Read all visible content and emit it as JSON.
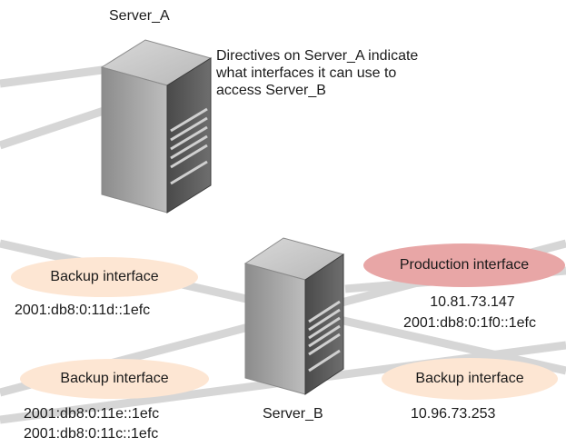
{
  "server_a": {
    "name": "Server_A"
  },
  "server_b": {
    "name": "Server_B"
  },
  "note": {
    "lines": [
      "Directives on Server_A indicate",
      "what interfaces it can use to",
      "access Server_B"
    ]
  },
  "interfaces": {
    "backup_left_top": {
      "label": "Backup interface",
      "addresses": [
        "2001:db8:0:11d::1efc"
      ]
    },
    "backup_left_bottom": {
      "label": "Backup interface",
      "addresses": [
        "2001:db8:0:11e::1efc",
        "2001:db8:0:11c::1efc"
      ]
    },
    "production": {
      "label": "Production interface",
      "addresses": [
        "10.81.73.147",
        "2001:db8:0:1f0::1efc"
      ]
    },
    "backup_right": {
      "label": "Backup interface",
      "addresses": [
        "10.96.73.253"
      ]
    }
  },
  "colors": {
    "backup_pill": "#fde6d3",
    "production_pill": "#e8a6a6",
    "network_line": "#d6d6d6"
  }
}
